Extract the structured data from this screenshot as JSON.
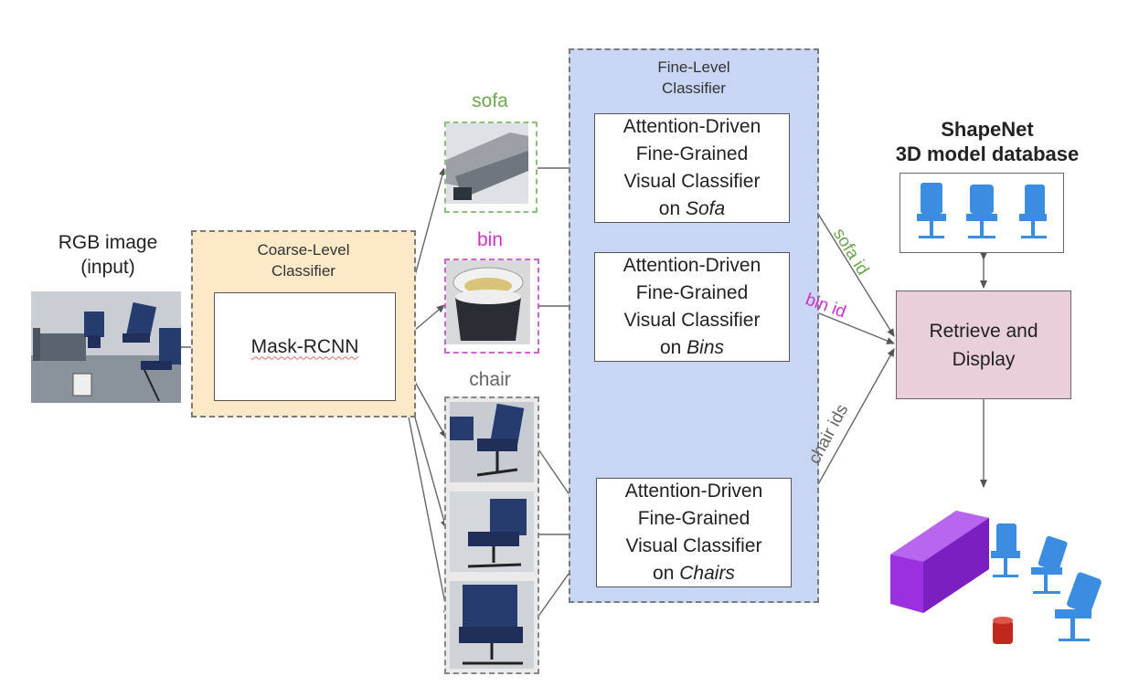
{
  "input": {
    "title_line1": "RGB image",
    "title_line2": "(input)"
  },
  "coarse": {
    "title_line1": "Coarse-Level",
    "title_line2": "Classifier",
    "model": "Mask-RCNN"
  },
  "categories": {
    "sofa": {
      "label": "sofa",
      "color": "#6aa84f"
    },
    "bin": {
      "label": "bin",
      "color": "#cc33cc"
    },
    "chair": {
      "label": "chair",
      "color": "#666666"
    }
  },
  "fine": {
    "title_line1": "Fine-Level",
    "title_line2": "Classifier",
    "classifiers": [
      {
        "line1": "Attention-Driven",
        "line2": "Fine-Grained",
        "line3": "Visual Classifier",
        "prefix": "on ",
        "target": "Sofa"
      },
      {
        "line1": "Attention-Driven",
        "line2": "Fine-Grained",
        "line3": "Visual Classifier",
        "prefix": "on ",
        "target": "Bins"
      },
      {
        "line1": "Attention-Driven",
        "line2": "Fine-Grained",
        "line3": "Visual Classifier",
        "prefix": "on ",
        "target": "Chairs"
      }
    ]
  },
  "edges": {
    "sofa_id": "sofa id",
    "bin_id": "bin id",
    "chair_ids": "chair ids"
  },
  "database": {
    "title_line1": "ShapeNet",
    "title_line2": "3D model database"
  },
  "retrieve": {
    "line1": "Retrieve and",
    "line2": "Display"
  },
  "colors": {
    "coarse_panel": "#fbe9c8",
    "fine_panel": "#c9d6f3",
    "retrieve_box": "#e8cfd9",
    "chair_model": "#3a8de0",
    "sofa_model": "#9b30e0",
    "bin_model": "#c0281e"
  }
}
